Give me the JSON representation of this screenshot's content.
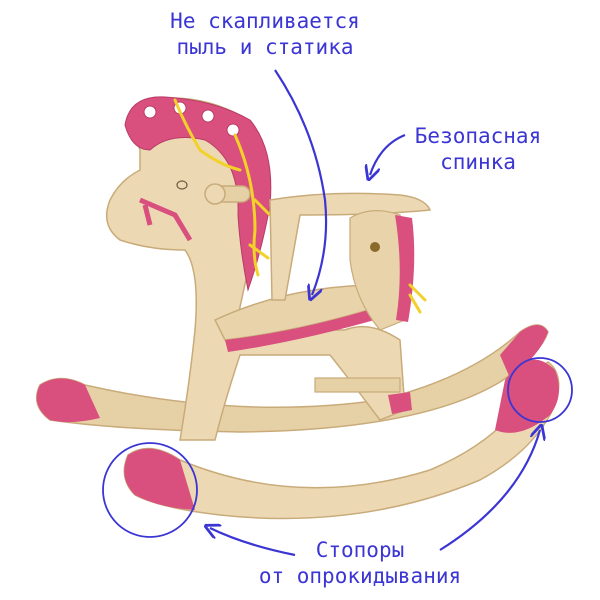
{
  "annotations": {
    "dust": {
      "line1": "Не скапливается",
      "line2": "пыль и статика"
    },
    "back": {
      "line1": "Безопасная",
      "line2": "спинка"
    },
    "stoppers": {
      "line1": "Стопоры",
      "line2": "от опрокидывания"
    }
  },
  "colors": {
    "annotation": "#3b35d4",
    "wood": "#ecd9b4",
    "wood_edge": "#c9ab7a",
    "pink": "#d94f7e",
    "yellow": "#f2d12a"
  }
}
